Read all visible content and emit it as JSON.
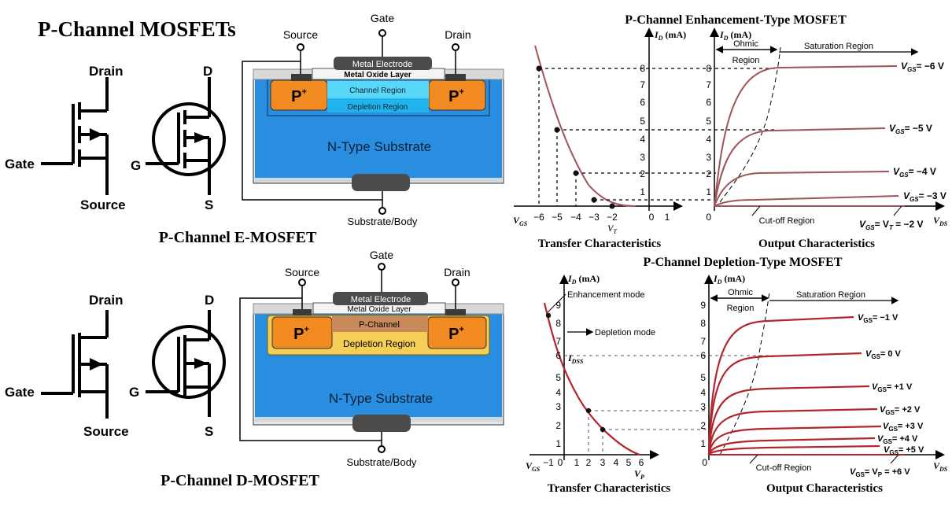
{
  "page_title": "P-Channel MOSFETs",
  "colors": {
    "substrate": "#2a8ee0",
    "ptype": "#f28a22",
    "depletion_e": "#21b3ec",
    "channel_e": "#59d7f7",
    "channel_d": "#c9895a",
    "depletion_d": "#f5cf55",
    "electrode": "#4b4b4b",
    "curve": "#a0545a",
    "curve_d": "#b3262d"
  },
  "symbols": {
    "drain": "Drain",
    "gate": "Gate",
    "source": "Source",
    "d": "D",
    "g": "G",
    "s": "S"
  },
  "emosfet": {
    "caption": "P-Channel E-MOSFET",
    "gate": "Gate",
    "source": "Source",
    "drain": "Drain",
    "metal_electrode": "Metal Electrode",
    "oxide": "Metal Oxide Layer",
    "channel": "Channel Region",
    "depletion": "Depletion Region",
    "substrate": "N-Type Substrate",
    "body": "Substrate/Body",
    "p_label": "P"
  },
  "dmosfet": {
    "caption": "P-Channel D-MOSFET",
    "gate": "Gate",
    "source": "Source",
    "drain": "Drain",
    "metal_electrode": "Metal Electrode",
    "oxide": "Metal Oxide Layer",
    "channel": "P-Channel",
    "depletion": "Depletion Region",
    "substrate": "N-Type Substrate",
    "body": "Substrate/Body",
    "p_label": "P"
  },
  "enh_graph": {
    "title": "P-Channel Enhancement-Type MOSFET",
    "transfer_caption": "Transfer Characteristics",
    "output_caption": "Output Characteristics",
    "id_label": "I",
    "id_sub": "D",
    "id_unit": " (mA)",
    "ohmic": "Ohmic",
    "region": "Region",
    "saturation": "Saturation Region",
    "cutoff": "Cut-off Region",
    "vgs": "V",
    "vgs_sub": "GS",
    "vds_sub": "DS",
    "vt_label": "V",
    "vt_sub": "T",
    "y_ticks": [
      "1",
      "2",
      "3",
      "4",
      "5",
      "6",
      "7",
      "8"
    ],
    "x_ticks": [
      "−6",
      "−5",
      "−4",
      "−3",
      "−2",
      "0",
      "1"
    ],
    "curve_labels": [
      "= −6 V",
      "= −5 V",
      "= −4 V",
      "= −3 V"
    ],
    "cutoff_label": "= V",
    "cutoff_val": " = −2 V",
    "origin": "0"
  },
  "dep_graph": {
    "title": "P-Channel Depletion-Type MOSFET",
    "transfer_caption": "Transfer Characteristics",
    "output_caption": "Output Characteristics",
    "id_label": "I",
    "id_sub": "D",
    "id_unit": " (mA)",
    "enh_mode": "Enhancement mode",
    "dep_mode": "Depletion mode",
    "idss": "I",
    "idss_sub": "DSS",
    "ohmic": "Ohmic",
    "region": "Region",
    "saturation": "Saturation Region",
    "cutoff": "Cut-off Region",
    "vgs_sub": "GS",
    "vds_sub": "DS",
    "vp_sub": "P",
    "y_ticks": [
      "1",
      "2",
      "3",
      "4",
      "5",
      "6",
      "7",
      "8",
      "9"
    ],
    "x_ticks": [
      "−1",
      "0",
      "1",
      "2",
      "3",
      "4",
      "5",
      "6"
    ],
    "curve_labels": [
      "= −1 V",
      "= 0 V",
      "= +1 V",
      "= +2 V",
      "= +3 V",
      "= +4 V",
      "= +5 V"
    ],
    "cutoff_val": " = +6 V",
    "origin": "0"
  }
}
